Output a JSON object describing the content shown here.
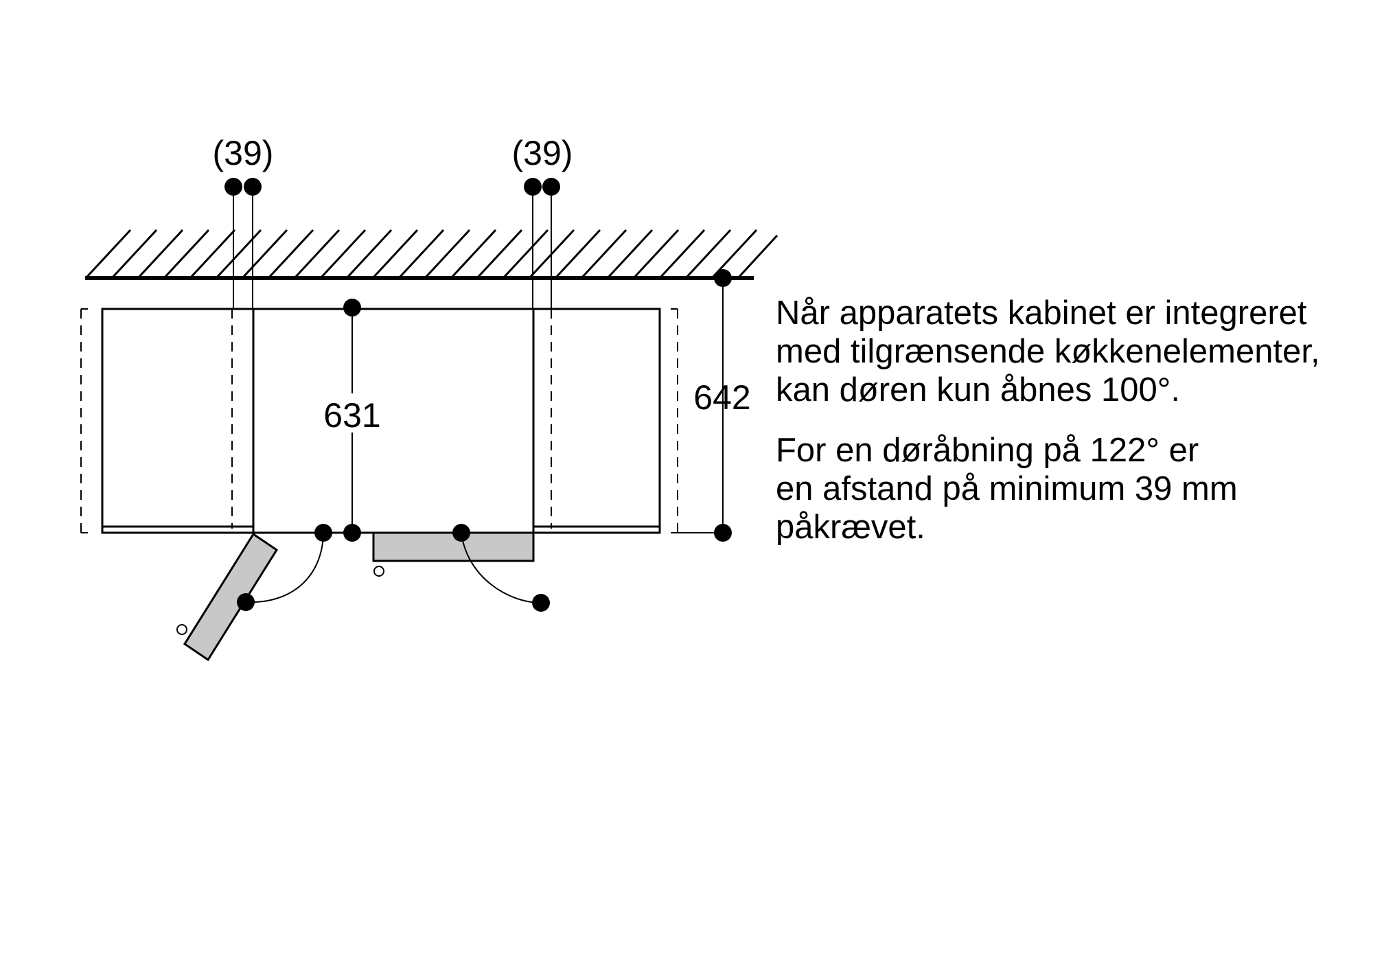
{
  "dimensions": {
    "gap_left": "(39)",
    "gap_right": "(39)",
    "appliance_depth": "631",
    "total_depth": "642"
  },
  "notes": {
    "line1": "Når apparatets kabinet er integreret",
    "line2": "med tilgrænsende køkkenelementer,",
    "line3": "kan døren kun åbnes 100°.",
    "line4": "For en døråbning på 122° er",
    "line5": "en afstand på minimum 39 mm",
    "line6": "påkrævet."
  },
  "colors": {
    "line": "#000000",
    "door_fill": "#c8c8c8"
  }
}
